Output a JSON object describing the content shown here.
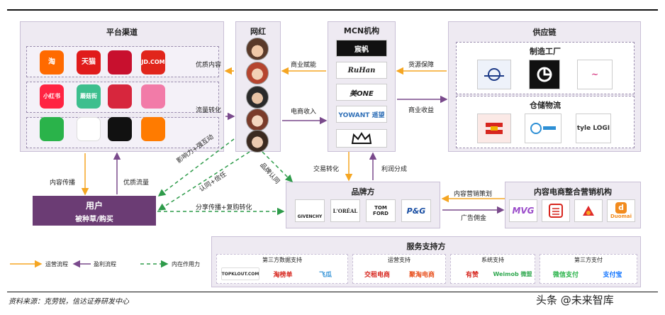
{
  "platform": {
    "title": "平台渠道",
    "apps": [
      {
        "icon": "taobao-icon",
        "text": "淘",
        "color": "#ff6a00"
      },
      {
        "icon": "tmall-icon",
        "text": "天猫",
        "color": "#e01b1b"
      },
      {
        "icon": "koala-icon",
        "text": "",
        "color": "#c8102e"
      },
      {
        "icon": "jd-icon",
        "text": "JD.COM",
        "color": "#e1251b"
      },
      {
        "icon": "xiaohongshu-icon",
        "text": "小红书",
        "color": "#ff2442"
      },
      {
        "icon": "mogujie-icon",
        "text": "蘑菇街",
        "color": "#3dbf8e"
      },
      {
        "icon": "mushroom-icon",
        "text": "",
        "color": "#d7263d"
      },
      {
        "icon": "flower-icon",
        "text": "",
        "color": "#f27ba8"
      },
      {
        "icon": "wechat-icon",
        "text": "",
        "color": "#2ab34a"
      },
      {
        "icon": "weibo-icon",
        "text": "",
        "color": "#ffffff"
      },
      {
        "icon": "tiktok-icon",
        "text": "",
        "color": "#111111"
      },
      {
        "icon": "kuaishou-icon",
        "text": "",
        "color": "#ff7b00"
      }
    ]
  },
  "influencer": {
    "title": "网红"
  },
  "mcn": {
    "title": "MCN机构",
    "brands": [
      "宸帆",
      "RuHan",
      "美ONE",
      "YOWANT 遥望",
      ""
    ]
  },
  "supply": {
    "title": "供应链",
    "manufacturing": "制造工厂",
    "logistics": "仓储物流",
    "logistics_logo": "tyle LOGI"
  },
  "brand": {
    "title": "品牌方",
    "logos": [
      "GIVENCHY",
      "L'ORÉAL",
      "TOM FORD",
      "P&G"
    ]
  },
  "marketing": {
    "title": "内容电商整合营销机构",
    "logos": [
      "MVG",
      "",
      "",
      "Duomai"
    ]
  },
  "user": {
    "title": "用户",
    "subtitle": "被种草/购买"
  },
  "service": {
    "title": "服务支持方",
    "groups": [
      {
        "title": "第三方数据支持",
        "items": [
          "TOPKLOUT.COM",
          "淘榜单",
          "飞瓜"
        ]
      },
      {
        "title": "运营支持",
        "items": [
          "交租电商",
          "聚淘电商"
        ]
      },
      {
        "title": "系统支持",
        "items": [
          "有赞",
          "Weimob 微盟"
        ]
      },
      {
        "title": "第三方支付",
        "items": [
          "微信支付",
          "支付宝"
        ]
      }
    ]
  },
  "flows": {
    "quality_content": "优质内容",
    "traffic_conversion": "流量转化",
    "commercial_empower": "商业赋能",
    "ecommerce_income": "电商收入",
    "supply_guarantee": "货源保障",
    "commercial_income": "商业收益",
    "trade_conversion": "交易转化",
    "profit_share": "利润分成",
    "content_marketing": "内容营销策划",
    "ad_commission": "广告佣金",
    "content_spread": "内容传播",
    "quality_traffic": "优质流量",
    "influence_interaction": "影响力+强互动",
    "trust_recognition": "认同+信任",
    "share_repurchase": "分享传播+复购转化",
    "brand_recognition": "品牌认同"
  },
  "legend": {
    "ops": "运营流程",
    "profit": "盈利流程",
    "inner": "内在作用力"
  },
  "colors": {
    "ops": "#f5a623",
    "profit": "#7a4a8c",
    "inner": "#2e9b4a"
  },
  "footer": {
    "source": "资料来源：克劳锐，信达证券研发中心",
    "watermark": "头条 @未来智库"
  }
}
